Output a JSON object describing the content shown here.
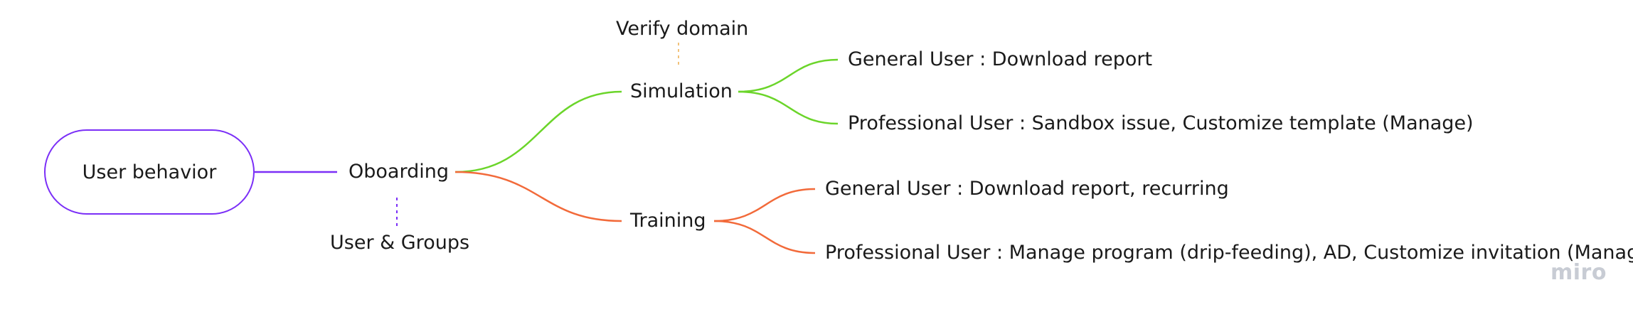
{
  "diagram": {
    "root": {
      "label": "User behavior",
      "color": "#7b2ff7"
    },
    "main": {
      "label": "Oboarding",
      "note": "User & Groups"
    },
    "branches": {
      "simulation": {
        "label": "Simulation",
        "note": "Verify domain",
        "color": "#6bd52a",
        "general": "General User : Download report",
        "professional": "Professional User : Sandbox issue, Customize template (Manage)"
      },
      "training": {
        "label": "Training",
        "color": "#f26a3a",
        "general": "General User : Download report, recurring",
        "professional": "Professional User : Manage program (drip-feeding), AD, Customize invitation (Manage)"
      }
    }
  },
  "branding": {
    "logo_text": "miro"
  }
}
